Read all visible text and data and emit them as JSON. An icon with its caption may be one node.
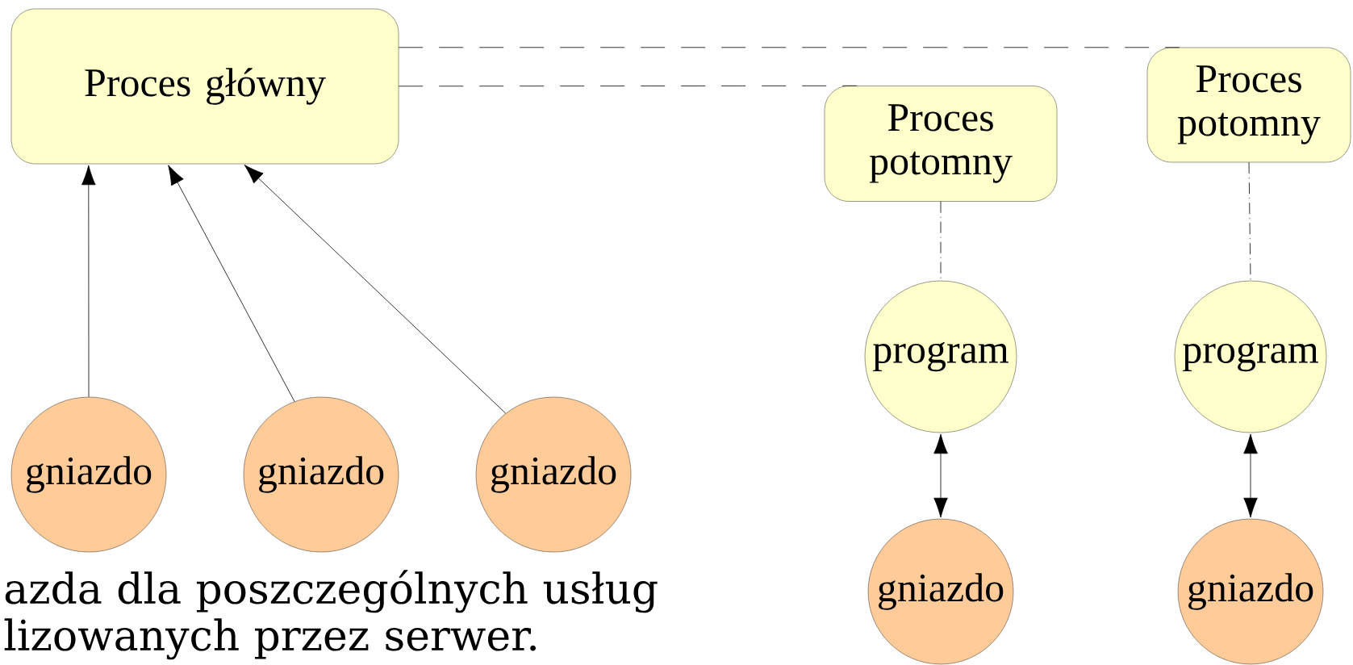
{
  "diagram": {
    "nodes": [
      {
        "text": [
          "Proces główny"
        ]
      },
      {
        "text": [
          "Proces potomny"
        ]
      },
      {
        "text": [
          "Proces potomny"
        ]
      },
      {
        "text": [
          "gniazdo"
        ]
      },
      {
        "text": [
          "gniazdo"
        ]
      },
      {
        "text": [
          "gniazdo"
        ]
      },
      {
        "text": [
          "program"
        ]
      },
      {
        "text": [
          "program"
        ]
      },
      {
        "text": [
          "gniazdo"
        ]
      },
      {
        "text": [
          "gniazdo"
        ]
      }
    ],
    "edges": [
      {
        "from": 3,
        "to": 0,
        "arrow": "to"
      },
      {
        "from": 4,
        "to": 0,
        "arrow": "to"
      },
      {
        "from": 5,
        "to": 0,
        "arrow": "to"
      },
      {
        "from": 0,
        "to": 1,
        "arrow": "none",
        "style": "dashed"
      },
      {
        "from": 0,
        "to": 2,
        "arrow": "none",
        "style": "dashed"
      },
      {
        "from": 1,
        "to": 6,
        "arrow": "none",
        "style": "dashed"
      },
      {
        "from": 2,
        "to": 7,
        "arrow": "none",
        "style": "dashed"
      },
      {
        "from": 6,
        "to": 8,
        "arrow": "both"
      },
      {
        "from": 7,
        "to": 9,
        "arrow": "both"
      }
    ],
    "labels": [
      "azda dla poszczególnych usług lizowanych przez serwer."
    ]
  }
}
